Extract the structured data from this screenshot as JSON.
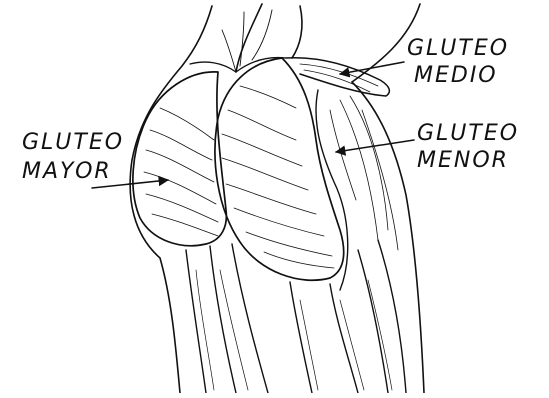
{
  "labels": {
    "gluteo_medio": [
      "GLUTEO",
      "MEDIO"
    ],
    "gluteo_menor": [
      "GLUTEO",
      "MENOR"
    ],
    "gluteo_mayor": [
      "GLUTEO",
      "MAYOR"
    ]
  },
  "colors": {
    "ink": "#111111",
    "background": "#ffffff"
  }
}
